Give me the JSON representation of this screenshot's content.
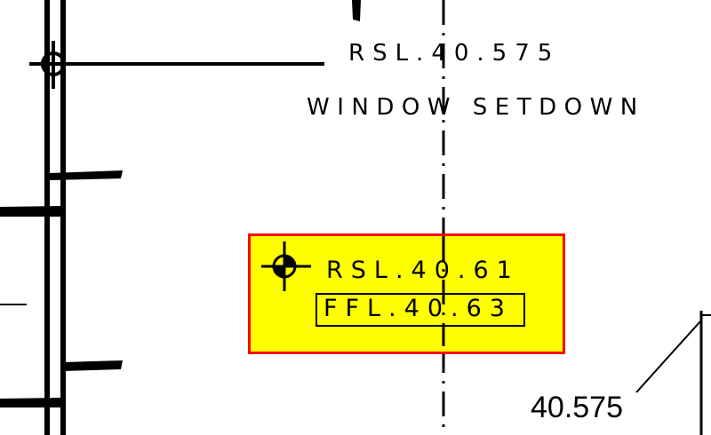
{
  "drawing": {
    "top_level_label": "RSL.40.575",
    "window_label": "WINDOW SETDOWN",
    "highlight": {
      "rsl_label": "RSL.40.61",
      "ffl_label": "FFL.40.63",
      "fill_color": "#ffff00",
      "border_color": "#ff0000"
    },
    "dimension_value": "40.575",
    "icons": [
      "survey-target-icon",
      "level-target-icon"
    ]
  }
}
